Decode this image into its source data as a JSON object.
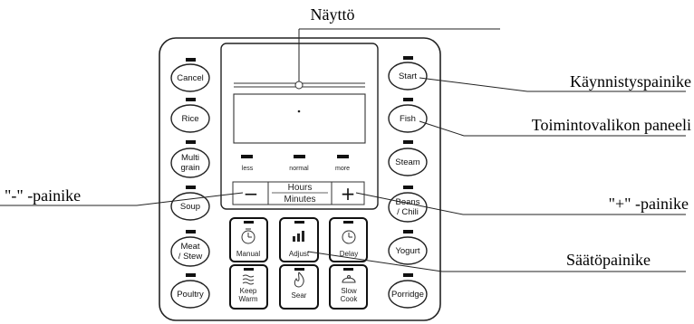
{
  "callouts": {
    "display": "Näyttö",
    "start_button": "Käynnistyspainike",
    "menu_panel": "Toimintovalikon paneeli",
    "minus_button": "\"-\" -painike",
    "plus_button": "\"+\" -painike",
    "adjust_button": "Säätöpainike"
  },
  "left_buttons": [
    {
      "line1": "Cancel",
      "line2": ""
    },
    {
      "line1": "Rice",
      "line2": ""
    },
    {
      "line1": "Multi",
      "line2": "grain"
    },
    {
      "line1": "Soup",
      "line2": ""
    },
    {
      "line1": "Meat",
      "line2": "/ Stew"
    },
    {
      "line1": "Poultry",
      "line2": ""
    }
  ],
  "right_buttons": [
    {
      "line1": "Start",
      "line2": ""
    },
    {
      "line1": "Fish",
      "line2": ""
    },
    {
      "line1": "Steam",
      "line2": ""
    },
    {
      "line1": "Beans",
      "line2": "/ Chili"
    },
    {
      "line1": "Yogurt",
      "line2": ""
    },
    {
      "line1": "Porridge",
      "line2": ""
    }
  ],
  "pressure_levels": [
    "less",
    "normal",
    "more"
  ],
  "time_control": {
    "minus": "−",
    "plus": "+",
    "hours": "Hours",
    "minutes": "Minutes"
  },
  "mode_buttons_top": [
    {
      "label": "Manual",
      "icon": "timer-icon"
    },
    {
      "label": "Adjust",
      "icon": "bar-chart-icon"
    },
    {
      "label": "Delay",
      "icon": "clock-icon"
    }
  ],
  "mode_buttons_bottom": [
    {
      "line1": "Keep",
      "line2": "Warm",
      "icon": "heat-waves-icon"
    },
    {
      "line1": "Sear",
      "line2": "",
      "icon": "flame-icon"
    },
    {
      "line1": "Slow",
      "line2": "Cook",
      "icon": "slow-cook-icon"
    }
  ]
}
